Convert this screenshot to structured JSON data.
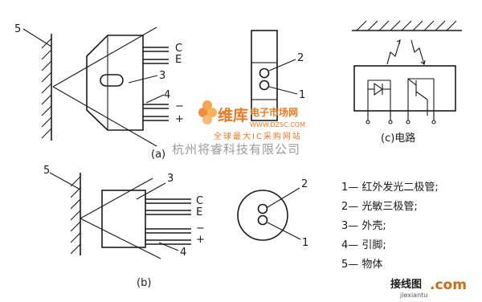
{
  "labels": {
    "n1": "1",
    "n2": "2",
    "n3": "3",
    "n4": "4",
    "n5": "5",
    "c": "C",
    "e": "E",
    "minus": "−",
    "plus": "+"
  },
  "captions": {
    "a": "(a)",
    "b": "(b)",
    "c": "(c)电路"
  },
  "legend": [
    {
      "text": "1— 红外发光二极管;"
    },
    {
      "text": "2— 光敏三极管;"
    },
    {
      "text": "3— 外壳;"
    },
    {
      "text": "4— 引脚;"
    },
    {
      "text": "5— 物体"
    }
  ],
  "watermarks": {
    "brand": "维库",
    "brand_sub": "电子市场网",
    "url": "WWW.DZSC.COM",
    "slogan": "全球最大IC采购网站",
    "company": "杭州将睿科技有限公司",
    "corner_logo": "接线图",
    "corner_com": ".com",
    "corner_url": "jiexiantu"
  },
  "colors": {
    "line": "#1a1a1a",
    "watermark": "#f07820",
    "watermark_gray": "#9a9a9a"
  }
}
